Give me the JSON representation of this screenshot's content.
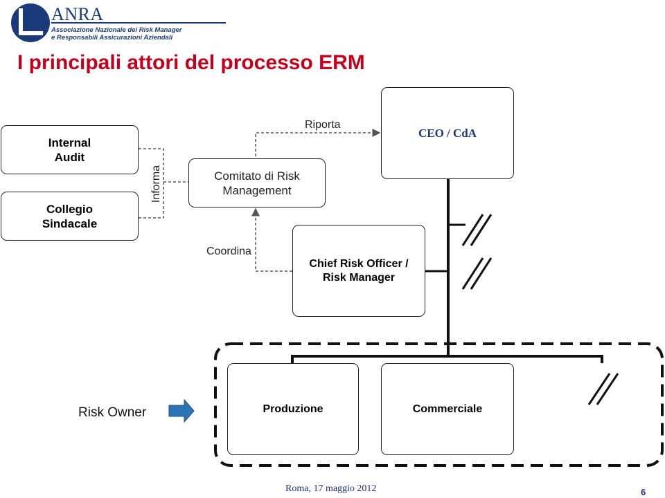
{
  "logo": {
    "name": "ANRA",
    "subtitle_line1": "Associazione Nazionale dei Risk Manager",
    "subtitle_line2": "e Responsabili Assicurazioni Aziendali"
  },
  "title": "I principali attori del processo ERM",
  "nodes": {
    "internal_audit_line1": "Internal",
    "internal_audit_line2": "Audit",
    "collegio_line1": "Collegio",
    "collegio_line2": "Sindacale",
    "comitato_line1": "Comitato di Risk",
    "comitato_line2": "Management",
    "ceo": "CEO / CdA",
    "cro_line1": "Chief Risk Officer /",
    "cro_line2": "Risk Manager",
    "produzione": "Produzione",
    "commerciale": "Commerciale"
  },
  "edges": {
    "informa": "Informa",
    "riporta": "Riporta",
    "coordina": "Coordina"
  },
  "risk_owner_label": "Risk Owner",
  "footer": "Roma, 17 maggio 2012",
  "page_number": "6",
  "colors": {
    "title": "#c4001c",
    "logo": "#1a3a7a",
    "arrow_fill": "#2e74b5"
  }
}
